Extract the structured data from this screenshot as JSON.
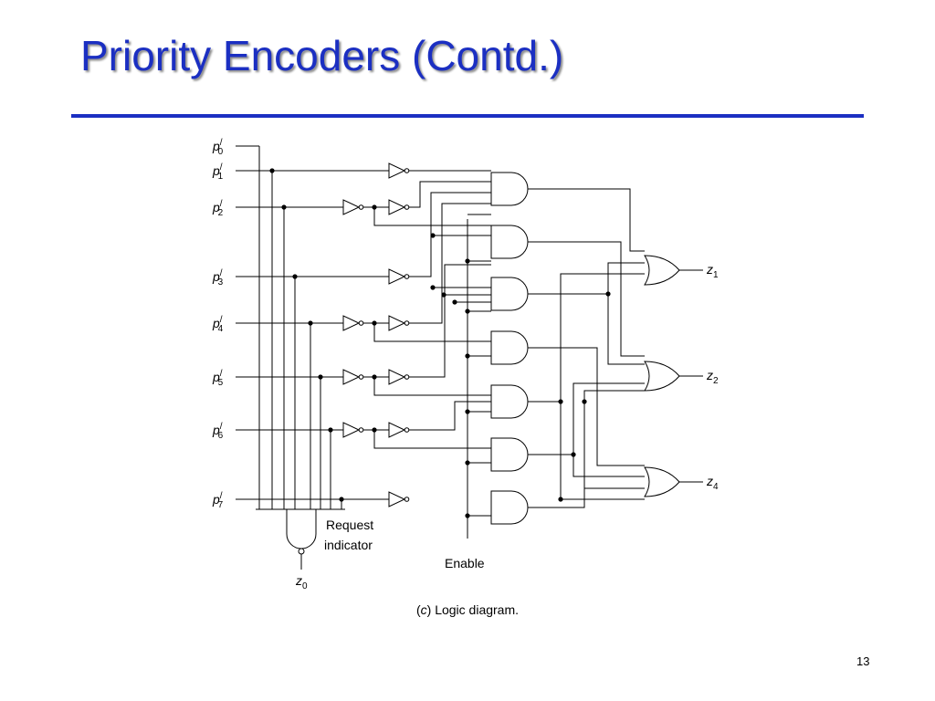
{
  "slide": {
    "title": "Priority Encoders (Contd.)",
    "page_number": "13",
    "title_color": "#1b2fc2"
  },
  "diagram": {
    "inputs": [
      {
        "name": "p",
        "sub": "0",
        "prime": "/"
      },
      {
        "name": "p",
        "sub": "1",
        "prime": "/"
      },
      {
        "name": "p",
        "sub": "2",
        "prime": "/"
      },
      {
        "name": "p",
        "sub": "3",
        "prime": "/"
      },
      {
        "name": "p",
        "sub": "4",
        "prime": "/"
      },
      {
        "name": "p",
        "sub": "5",
        "prime": "/"
      },
      {
        "name": "p",
        "sub": "6",
        "prime": "/"
      },
      {
        "name": "p",
        "sub": "7",
        "prime": "/"
      }
    ],
    "outputs": [
      {
        "name": "z",
        "sub": "1"
      },
      {
        "name": "z",
        "sub": "2"
      },
      {
        "name": "z",
        "sub": "4"
      }
    ],
    "request_output": {
      "name": "z",
      "sub": "0"
    },
    "request_label_line1": "Request",
    "request_label_line2": "indicator",
    "enable_label": "Enable",
    "caption_open": "(",
    "caption_letter": "c",
    "caption_rest": ") Logic diagram."
  }
}
